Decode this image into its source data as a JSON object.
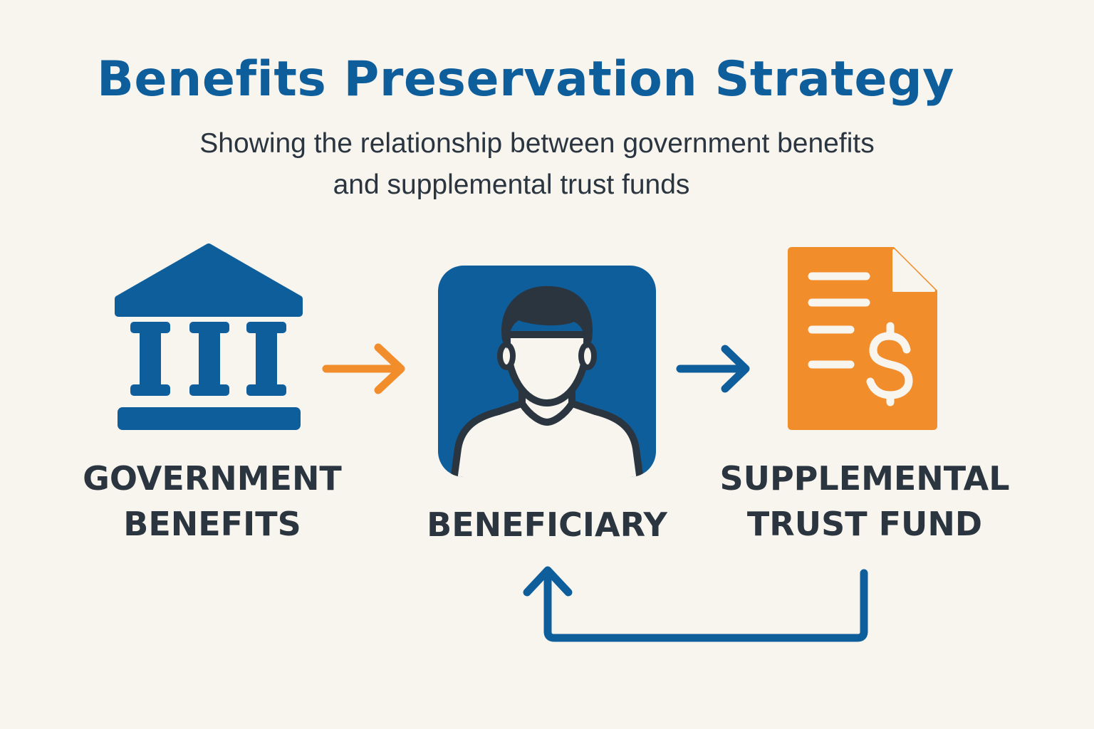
{
  "title": "Benefits Preservation Strategy",
  "subtitle_lines": [
    "Showing the relationship between government benefits",
    "and supplemental trust funds"
  ],
  "nodes": {
    "government": {
      "label_lines": [
        "GOVERNMENT",
        "BENEFITS"
      ],
      "icon": "government-building-icon"
    },
    "beneficiary": {
      "label_lines": [
        "BENEFICIARY"
      ],
      "icon": "person-icon"
    },
    "trust": {
      "label_lines": [
        "SUPPLEMENTAL",
        "TRUST FUND"
      ],
      "icon": "trust-document-dollar-icon"
    }
  },
  "colors": {
    "primary_blue": "#0f5e9c",
    "accent_orange": "#f28d2c",
    "text_dark": "#2a3540",
    "background": "#f8f5ef"
  }
}
